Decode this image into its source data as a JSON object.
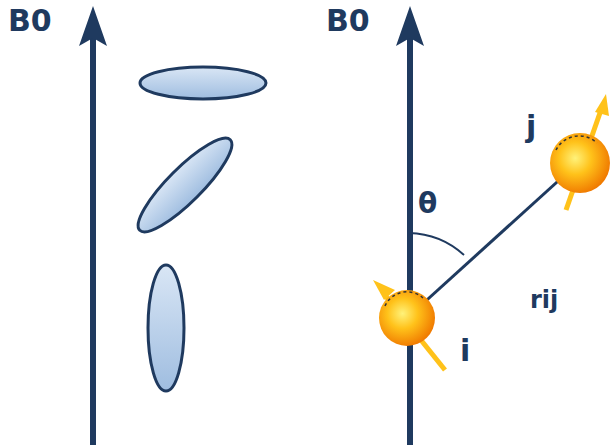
{
  "diagram": {
    "labels": [
      "B0",
      "B0",
      "θ",
      "rij",
      "i",
      "j"
    ]
  }
}
